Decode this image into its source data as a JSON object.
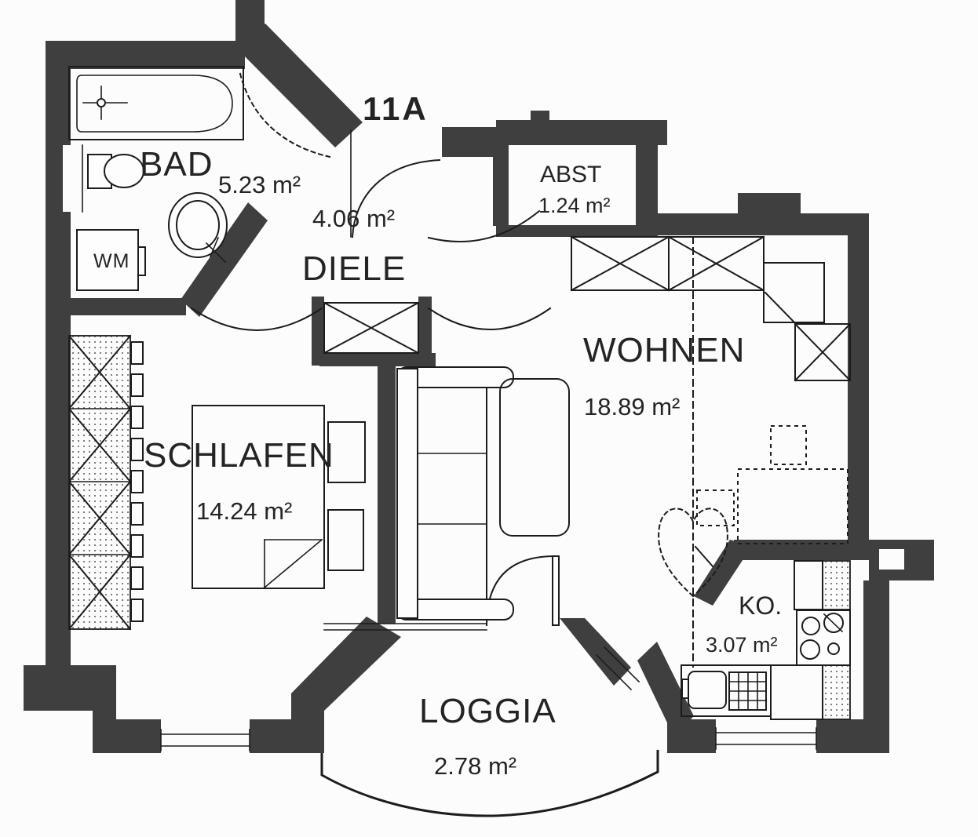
{
  "plan": {
    "unit_label": "11A",
    "area_unit": "m²",
    "rooms": [
      {
        "name": "BAD",
        "area": "5.23 m²"
      },
      {
        "name": "DIELE",
        "area": "4.06 m²"
      },
      {
        "name": "ABST",
        "area": "1.24 m²"
      },
      {
        "name": "WOHNEN",
        "area": "18.89 m²"
      },
      {
        "name": "SCHLAFEN",
        "area": "14.24 m²"
      },
      {
        "name": "KO.",
        "area": "3.07 m²"
      },
      {
        "name": "LOGGIA",
        "area": "2.78 m²"
      }
    ],
    "labels": {
      "washing_machine": "WM"
    },
    "colors": {
      "wall": "#3f3f3f",
      "line": "#1c1c1c",
      "paper": "#fcfcfc"
    }
  }
}
